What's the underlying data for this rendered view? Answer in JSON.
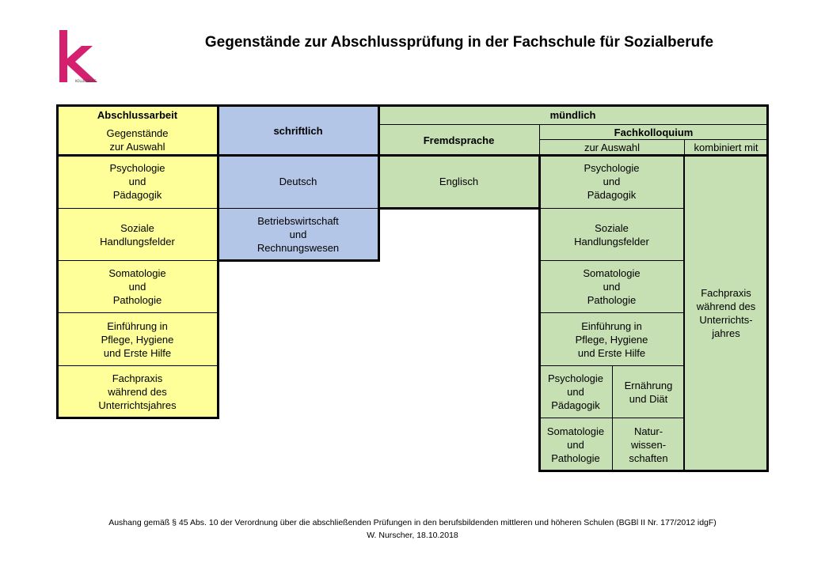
{
  "page": {
    "title": "Gegenstände zur Abschlussprüfung in der Fachschule für Sozialberufe",
    "logo_letter": "k",
    "logo_text": "KOLLEGBERG"
  },
  "colors": {
    "yellow": "#ffff99",
    "blue": "#b4c6e7",
    "green": "#c6e0b4",
    "logo": "#d4206e"
  },
  "table": {
    "header": {
      "abschlussarbeit": "Abschlussarbeit",
      "gegenstaende": "Gegenstände\nzur Auswahl",
      "schriftlich": "schriftlich",
      "muendlich": "mündlich",
      "fremdsprache": "Fremdsprache",
      "fachkolloquium": "Fachkolloquium",
      "zur_auswahl": "zur Auswahl",
      "kombiniert_mit": "kombiniert mit"
    },
    "abschlussarbeit_items": [
      "Psychologie\nund\nPädagogik",
      "Soziale\nHandlungsfelder",
      "Somatologie\nund\nPathologie",
      "Einführung in\nPflege, Hygiene\nund Erste Hilfe",
      "Fachpraxis\nwährend des\nUnterrichtsjahres"
    ],
    "schriftlich_items": [
      "Deutsch",
      "Betriebswirtschaft\nund\nRechnungswesen"
    ],
    "fremdsprache_items": [
      "Englisch"
    ],
    "fachkolloquium_items": [
      "Psychologie\nund\nPädagogik",
      "Soziale\nHandlungsfelder",
      "Somatologie\nund\nPathologie",
      "Einführung in\nPflege, Hygiene\nund Erste Hilfe"
    ],
    "fachkolloquium_pairs": [
      {
        "left": "Psychologie\nund\nPädagogik",
        "right": "Ernährung\nund Diät"
      },
      {
        "left": "Somatologie\nund\nPathologie",
        "right": "Natur-\nwissen-\nschaften"
      }
    ],
    "kombiniert": "Fachpraxis\nwährend des\nUnterrichts-\njahres"
  },
  "footer": {
    "line1": "Aushang gemäß § 45 Abs. 10 der Verordnung über die abschließenden Prüfungen in den berufsbildenden mittleren und höheren Schulen (BGBl II Nr. 177/2012 idgF)",
    "line2": "W. Nurscher, 18.10.2018"
  }
}
